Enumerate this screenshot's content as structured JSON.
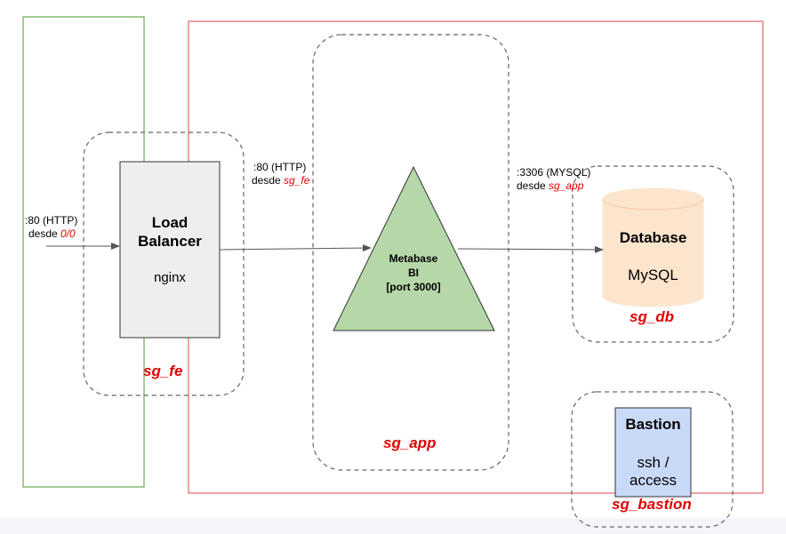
{
  "load_balancer": {
    "title_line1": "Load",
    "title_line2": "Balancer",
    "subtitle": "nginx"
  },
  "metabase": {
    "line1": "Metabase",
    "line2": "BI",
    "line3": "[port 3000]"
  },
  "database": {
    "title": "Database",
    "subtitle": "MySQL"
  },
  "bastion": {
    "title": "Bastion",
    "subtitle_line1": "ssh /",
    "subtitle_line2": "access"
  },
  "edges": {
    "to_lb": {
      "port": ":80 (HTTP)",
      "prefix": "desde ",
      "source": "0/0"
    },
    "to_app": {
      "port": ":80 (HTTP)",
      "prefix": "desde ",
      "source": "sg_fe"
    },
    "to_db": {
      "port": ":3306 (MYSQL)",
      "prefix": "desde ",
      "source": "sg_app"
    }
  },
  "security_groups": {
    "fe": "sg_fe",
    "app": "sg_app",
    "db": "sg_db",
    "bastion": "sg_bastion"
  },
  "colors": {
    "green_border": "#6aa84f",
    "red_border": "#e06666",
    "lb_fill": "#eeeeee",
    "triangle_fill": "#b6d7a8",
    "db_fill": "#fce5cd",
    "bastion_fill": "#c9daf8",
    "accent_red": "#e00000"
  }
}
